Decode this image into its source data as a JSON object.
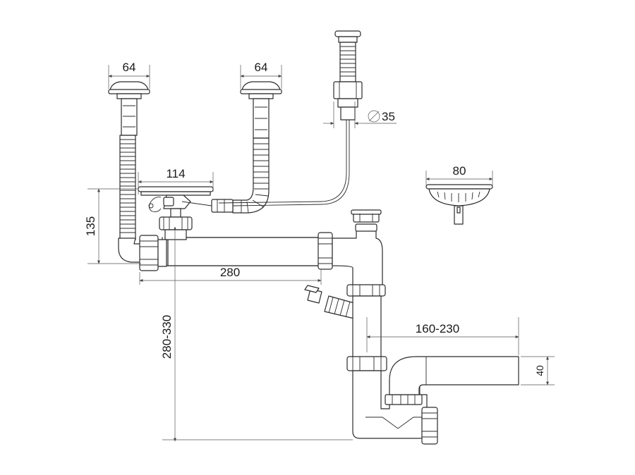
{
  "dimensions": {
    "strainer_left_width": "64",
    "strainer_right_width": "64",
    "popup_diameter": "35",
    "overflow_width": "114",
    "basket_width": "80",
    "pipe_height": "135",
    "pipe_length": "280",
    "trap_height_range": "280-330",
    "outlet_reach_range": "160-230",
    "outlet_diameter": "40"
  },
  "colors": {
    "line": "#2b2b2b",
    "dimension": "#555555",
    "background": "#ffffff"
  }
}
